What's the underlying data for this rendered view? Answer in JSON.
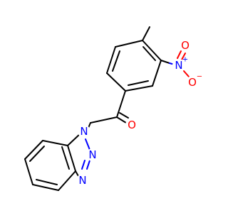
{
  "molecule": {
    "colors": {
      "bond": "#000000",
      "nitrogen": "#0000ff",
      "oxygen": "#ff0000"
    },
    "atoms": {
      "n1": {
        "symbol": "N",
        "color": "#0000ff"
      },
      "n2": {
        "symbol": "N",
        "color": "#0000ff"
      },
      "n3": {
        "symbol": "N",
        "color": "#0000ff"
      },
      "n_nitro": {
        "symbol": "N",
        "charge": "+",
        "color": "#0000ff"
      },
      "o_nitro_top": {
        "symbol": "O",
        "color": "#ff0000"
      },
      "o_nitro_bottom": {
        "symbol": "O",
        "charge": "−",
        "color": "#ff0000"
      },
      "o_carbonyl": {
        "symbol": "O",
        "color": "#ff0000"
      }
    }
  }
}
